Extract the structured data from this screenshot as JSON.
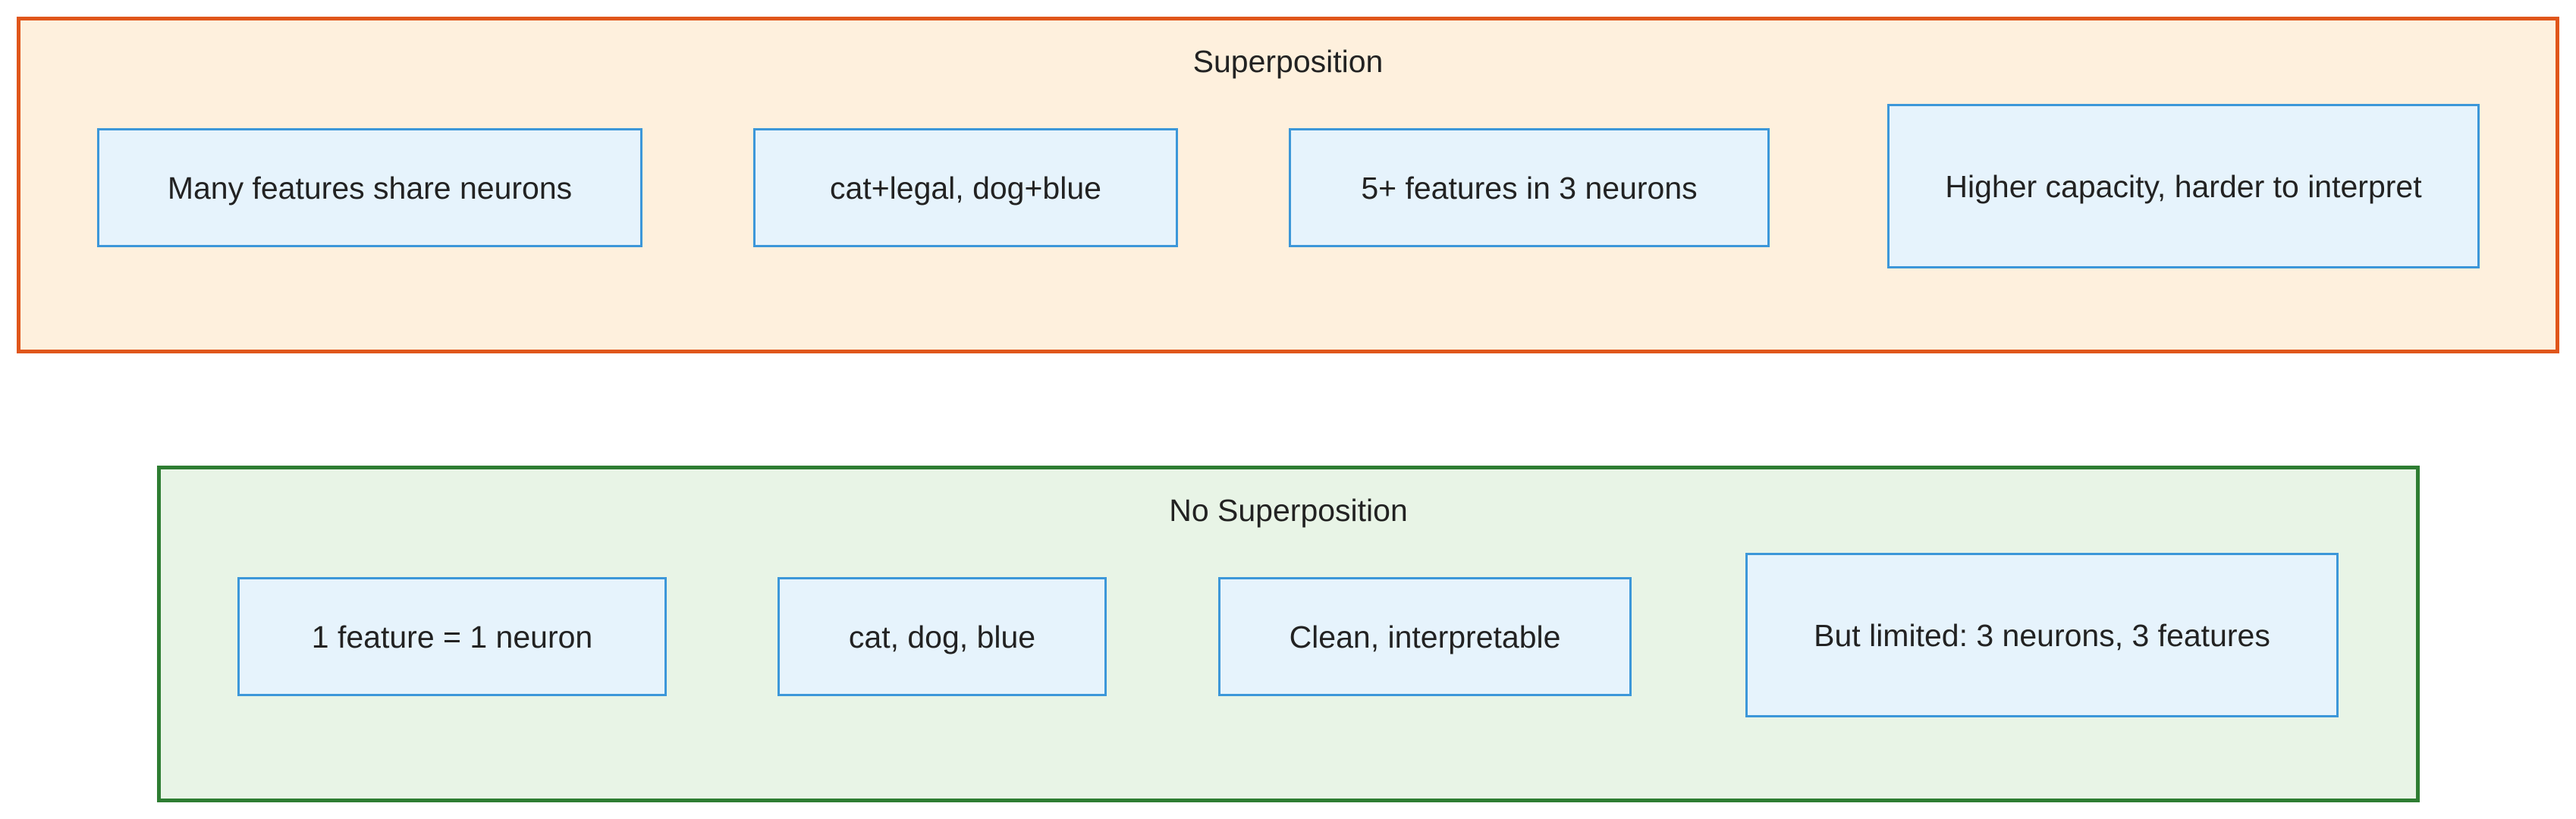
{
  "colors": {
    "superposition_border": "#E0561B",
    "superposition_fill": "#FEF0DD",
    "no_superposition_border": "#2E7D32",
    "no_superposition_fill": "#E8F4E6",
    "node_border": "#3C97D9",
    "node_fill": "#E6F3FC"
  },
  "superposition": {
    "title": "Superposition",
    "nodes": [
      "Many features share neurons",
      "cat+legal, dog+blue",
      "5+ features in 3 neurons",
      "Higher capacity, harder to interpret"
    ]
  },
  "no_superposition": {
    "title": "No Superposition",
    "nodes": [
      "1 feature = 1 neuron",
      "cat, dog, blue",
      "Clean, interpretable",
      "But limited: 3 neurons, 3 features"
    ]
  }
}
